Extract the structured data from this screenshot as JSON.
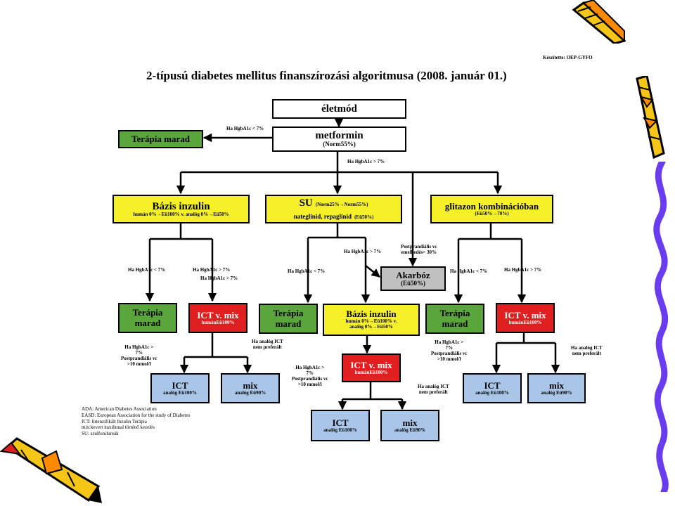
{
  "credit": "Készítette: OEP-GYFO",
  "title": "2-típusú diabetes mellitus finanszírozási algoritmusa (2008. január 01.)",
  "boxes": {
    "eletmod": "életmód",
    "metformin": {
      "name": "metformin",
      "sub": "(Norm55%)"
    },
    "terapia_top": "Terápia marad",
    "bazis_left": {
      "name": "Bázis inzulin",
      "sub": "humán 0%→Eü100% v. analóg 0%→Eü50%"
    },
    "su": {
      "name": "SU",
      "extra": "(Norm25%→Norm55%)",
      "sub": "nateglinid, repaglinid",
      "sub2": "(Eü50%)"
    },
    "glitazon": {
      "name": "glitazon kombinációban",
      "sub": "(Eü50%→70%)"
    },
    "akarboz": {
      "name": "Akarbóz",
      "sub": "(Eü50%)"
    },
    "terapia_l": {
      "l1": "Terápia",
      "l2": "marad"
    },
    "ict_mix_l": {
      "name": "ICT v. mix",
      "sub": "humánEü100%"
    },
    "terapia_c": {
      "l1": "Terápia",
      "l2": "marad"
    },
    "bazis_c": {
      "name": "Bázis inzulin",
      "sub1": "humán 0%→Eü100% v.",
      "sub2": "analóg 0%→Eü50%"
    },
    "terapia_r": {
      "l1": "Terápia",
      "l2": "marad"
    },
    "ict_mix_r": {
      "name": "ICT v. mix",
      "sub": "humánEü100%"
    },
    "ict_l": {
      "name": "ICT",
      "sub": "analóg Eü100%"
    },
    "mix_l": {
      "name": "mix",
      "sub": "analóg Eü90%"
    },
    "ict_mix_c": {
      "name": "ICT v. mix",
      "sub": "humánEü100%"
    },
    "ict_r": {
      "name": "ICT",
      "sub": "analóg Eü100%"
    },
    "mix_r": {
      "name": "mix",
      "sub": "analóg Eü90%"
    },
    "ict_c": {
      "name": "ICT",
      "sub": "analóg Eü100%"
    },
    "mix_c": {
      "name": "mix",
      "sub": "analóg Eü90%"
    }
  },
  "labels": {
    "hgb_lt7_top": "Ha HgbA1c < 7%",
    "hgb_gt7_top": "Ha HgbA1c > 7%",
    "hgb_lt7_l": "Ha HgbA1c < 7%",
    "hgb_gt7_l1": "Ha HgbA1c > 7%",
    "hgb_gt7_l2": "Ha HgbA1c > 7%",
    "hgb_lt7_c": "Ha HgbA1c < 7%",
    "hgb_gt7_c": "Ha HgbA1c > 7%",
    "postprandial_top": {
      "l1": "Postprandiális vc",
      "l2": "emelkedés> 30%"
    },
    "hgb_lt7_r": "Ha HgbA1c < 7%",
    "hgb_gt7_r": "Ha HgbA1c > 7%",
    "cond_l": {
      "l1": "Ha HgbA1c >",
      "l2": "7%",
      "l3": "Postprandiális vc",
      "l4": ">10 mmol/l"
    },
    "analog_ict_l": {
      "l1": "Ha analóg ICT",
      "l2": "nem preferált"
    },
    "cond_c": {
      "l1": "Ha HgbA1c >",
      "l2": "7%",
      "l3": "Postprandiális vc",
      "l4": ">10 mmol/l"
    },
    "analog_ict_c": {
      "l1": "Ha analóg ICT",
      "l2": "nem preferált"
    },
    "cond_r": {
      "l1": "Ha HgbA1c >",
      "l2": "7%",
      "l3": "Postprandiális vc",
      "l4": ">10 mmol/l"
    },
    "analog_ict_r": {
      "l1": "Ha analóg ICT",
      "l2": "nem preferált"
    }
  },
  "legend": [
    "ADA: American Diabetes Association",
    "EASD: European Association for the study of Diabetes",
    "ICT: Intenzifikált Inzulin Terápia",
    "mix:kevert inzulinnal történő kezelés",
    "SU: szulfonilureák"
  ],
  "colors": {
    "green": "#5aa53c",
    "yellow": "#f5f02a",
    "red": "#e02020",
    "blue": "#a9c6e8",
    "gray": "#c0c0c0",
    "squiggle": "#6a3cf0"
  }
}
